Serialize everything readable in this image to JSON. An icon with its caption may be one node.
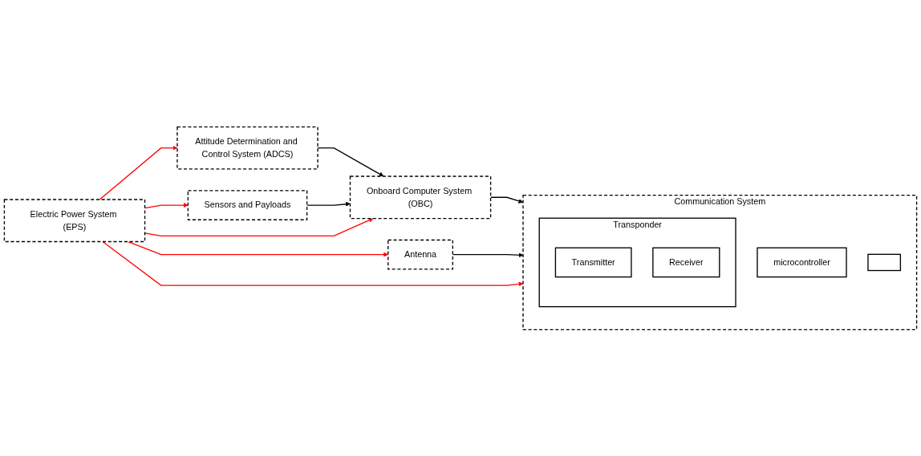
{
  "diagram": {
    "nodes": [
      {
        "text": [
          "Attitude Determination and Control System (ADCS)"
        ]
      },
      {
        "text": [
          "Sensors and Payloads"
        ]
      },
      {
        "text": [
          "Onboard Computer System (OBC)"
        ]
      },
      {
        "text": [
          "Antenna"
        ]
      },
      {
        "text": [
          "Communication System"
        ]
      },
      {
        "text": [
          "microcontroller"
        ],
        "in": 4
      },
      {
        "text": [],
        "shape": "box",
        "in": 4
      },
      {
        "text": [
          "Transponder"
        ],
        "in": 4
      },
      {
        "text": [
          "Transmitter"
        ],
        "in": 7
      },
      {
        "text": [
          "Receiver"
        ],
        "in": 7
      },
      {
        "text": [
          "Electric Power System (EPS)"
        ]
      }
    ],
    "edges": [
      {
        "from": 0,
        "to": 2,
        "arrow": "to",
        "color": "#000000"
      },
      {
        "from": 1,
        "to": 2,
        "arrow": "to",
        "color": "#000000"
      },
      {
        "from": 2,
        "to": 4,
        "arrow": "to",
        "color": "#000000"
      },
      {
        "from": 3,
        "to": 4,
        "arrow": "to",
        "color": "#000000"
      },
      {
        "from": 10,
        "to": 0,
        "arrow": "to"
      },
      {
        "from": 10,
        "to": 1,
        "arrow": "to"
      },
      {
        "from": 10,
        "to": 2,
        "arrow": "to"
      },
      {
        "from": 10,
        "to": 3,
        "arrow": "to"
      },
      {
        "from": 10,
        "to": 4,
        "arrow": "to"
      }
    ]
  }
}
